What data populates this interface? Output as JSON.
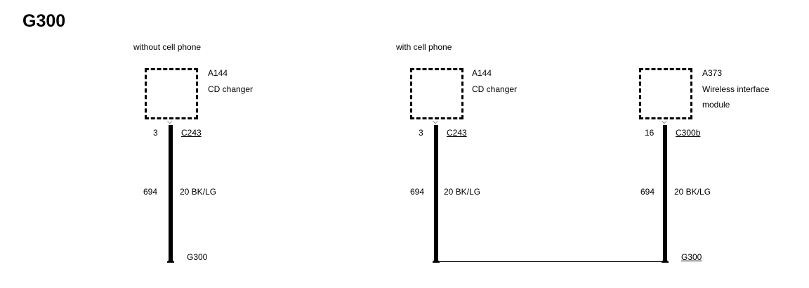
{
  "title": "G300",
  "left": {
    "caption": "without cell phone",
    "component": {
      "id": "A144",
      "name": "CD changer"
    },
    "pin": "3",
    "connector": "C243",
    "circuit": "694",
    "wire": "20 BK/LG",
    "ground": "G300"
  },
  "right": {
    "caption": "with cell phone",
    "component1": {
      "id": "A144",
      "name": "CD changer"
    },
    "pin1": "3",
    "connector1": "C243",
    "circuit1": "694",
    "wire1": "20 BK/LG",
    "component2": {
      "id": "A373",
      "name_line1": "Wireless interface",
      "name_line2": "module"
    },
    "pin2": "16",
    "connector2": "C300b",
    "circuit2": "694",
    "wire2": "20 BK/LG",
    "ground": "G300"
  }
}
